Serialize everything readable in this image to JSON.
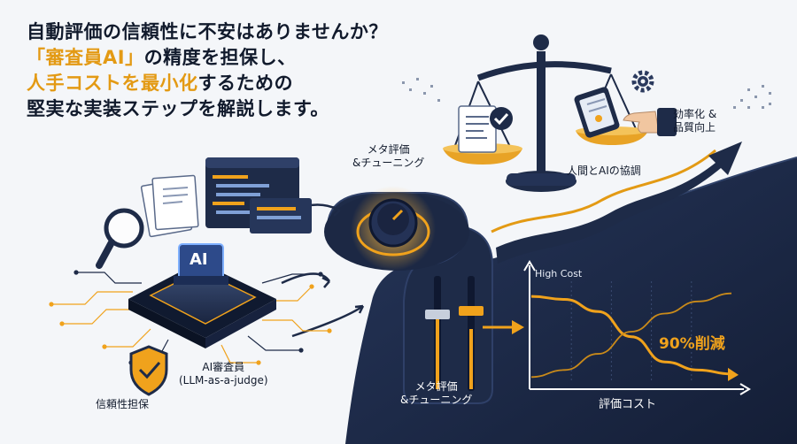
{
  "headline": {
    "line1": "自動評価の信頼性に不安はありませんか？",
    "line2_accent": "「審査員AI」",
    "line2_rest": "の精度を担保し、",
    "line3_accent": "人手コストを最小化",
    "line3_rest": "するための",
    "line4": "堅実な実装ステップを解説します。"
  },
  "labels": {
    "meta_top": [
      "メタ評価",
      "&チューニング"
    ],
    "meta_bottom": [
      "メタ評価",
      "&チューニング"
    ],
    "human_ai": "人間とAIの協調",
    "efficiency": [
      "効率化 &",
      "品質向上"
    ],
    "judge_title": "AI審査員",
    "judge_sub": "(LLM-as-a-judge)",
    "reliability": "信頼性担保",
    "chip_text": "AI",
    "high_cost": "High Cost",
    "reduction": "90%削減",
    "cost_axis": "評価コスト"
  },
  "chart_data": {
    "type": "line",
    "title": "",
    "xlabel": "評価コスト",
    "ylabel": "",
    "annotations": [
      "High Cost",
      "90%削減"
    ],
    "series": [
      {
        "values": [
          0.85,
          0.82,
          0.7,
          0.45,
          0.2,
          0.12,
          0.08
        ]
      },
      {
        "values": [
          0.05,
          0.12,
          0.28,
          0.5,
          0.68,
          0.8,
          0.88
        ]
      }
    ]
  },
  "colors": {
    "navy": "#1c2a47",
    "accent": "#f0a21c",
    "dark_text": "#111a2c",
    "background": "#f4f6f9"
  },
  "icons": [
    "scale-icon",
    "document-icon",
    "checkmark-icon",
    "tablet-icon",
    "hand-icon",
    "gear-icon",
    "magnifier-icon",
    "ai-chip-icon",
    "shield-check-icon",
    "dial-knob-icon",
    "slider-icon",
    "arrow-up-right-icon"
  ]
}
